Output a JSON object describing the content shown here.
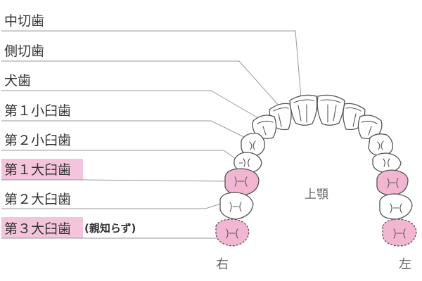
{
  "labels": [
    {
      "text": "中切歯",
      "highlight": false
    },
    {
      "text": "側切歯",
      "highlight": false
    },
    {
      "text": "犬歯",
      "highlight": false
    },
    {
      "text": "第１小臼歯",
      "highlight": false
    },
    {
      "text": "第２小臼歯",
      "highlight": false
    },
    {
      "text": "第１大臼歯",
      "highlight": true
    },
    {
      "text": "第２大臼歯",
      "highlight": false
    },
    {
      "text": "第３大臼歯",
      "highlight": true,
      "note": "(親知らず)"
    }
  ],
  "jaw_label": "上顎",
  "side_right": "右",
  "side_left": "左",
  "colors": {
    "highlight_bg": "#f3c4dc",
    "highlight_tooth": "#f2b6d2",
    "tooth_fill": "#ffffff",
    "tooth_stroke": "#555555",
    "leader": "#9a9a9a"
  }
}
